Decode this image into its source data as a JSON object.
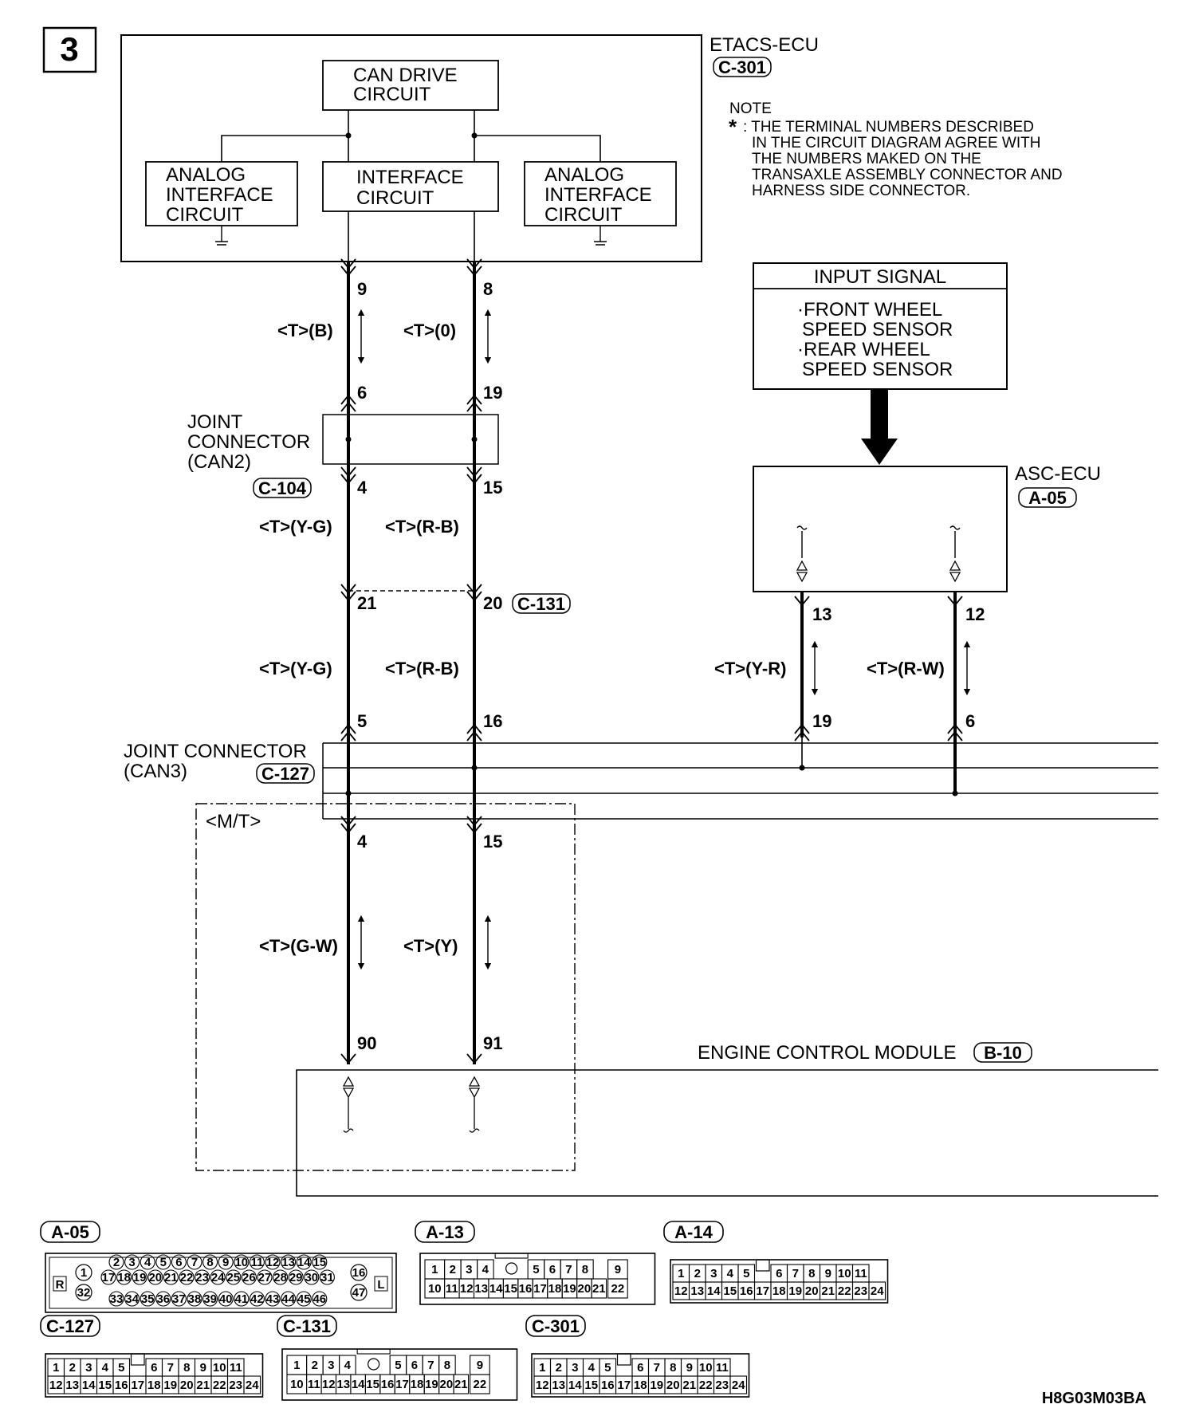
{
  "page_number": "3",
  "etacs": {
    "name": "ETACS-ECU",
    "connector": "C-301",
    "can_drive": [
      "CAN DRIVE",
      "CIRCUIT"
    ],
    "interface": [
      "INTERFACE",
      "CIRCUIT"
    ],
    "analog_left": [
      "ANALOG",
      "INTERFACE",
      "CIRCUIT"
    ],
    "analog_right": [
      "ANALOG",
      "INTERFACE",
      "CIRCUIT"
    ],
    "pin_left": "9",
    "pin_right": "8"
  },
  "note": {
    "title": "NOTE",
    "star": "*",
    "lines": [
      ": THE TERMINAL NUMBERS DESCRIBED",
      "IN THE CIRCUIT DIAGRAM AGREE WITH",
      "THE NUMBERS MAKED ON THE",
      "TRANSAXLE ASSEMBLY CONNECTOR AND",
      "HARNESS SIDE CONNECTOR."
    ]
  },
  "input_signal": {
    "title": "INPUT SIGNAL",
    "lines": [
      "·FRONT WHEEL",
      "SPEED SENSOR",
      "·REAR WHEEL",
      "SPEED SENSOR"
    ]
  },
  "asc": {
    "name": "ASC-ECU",
    "connector": "A-05",
    "pin_left": "13",
    "pin_right": "12",
    "wire_left": "<T>(Y-R)",
    "wire_right": "<T>(R-W)",
    "bottom_pin_left": "19",
    "bottom_pin_right": "6"
  },
  "wires": {
    "seg1_left": "<T>(B)",
    "seg1_right": "<T>(0)",
    "seg2_left": "<T>(Y-G)",
    "seg2_right": "<T>(R-B)",
    "seg3_left": "<T>(Y-G)",
    "seg3_right": "<T>(R-B)",
    "seg4_left": "<T>(G-W)",
    "seg4_right": "<T>(Y)"
  },
  "joint_can2": {
    "label": [
      "JOINT",
      "CONNECTOR",
      "(CAN2)"
    ],
    "connector": "C-104",
    "pin_top_left": "6",
    "pin_top_right": "19",
    "pin_bot_left": "4",
    "pin_bot_right": "15"
  },
  "c131": {
    "connector": "C-131",
    "pin_left": "21",
    "pin_right": "20"
  },
  "joint_can3": {
    "label": [
      "JOINT CONNECTOR",
      "(CAN3)"
    ],
    "connector": "C-127",
    "pin_top_left": "5",
    "pin_top_right": "16",
    "pin_bot_left": "4",
    "pin_bot_right": "15"
  },
  "mt_label": "<M/T>",
  "ecm": {
    "name": "ENGINE CONTROL MODULE",
    "connector": "B-10",
    "pin_left": "90",
    "pin_right": "91"
  },
  "connectors": {
    "a05": {
      "label": "A-05",
      "r": "R",
      "l": "L",
      "c1": "1",
      "c32": "32",
      "c16": "16",
      "c47": "47",
      "row1": [
        "2",
        "3",
        "4",
        "5",
        "6",
        "7",
        "8",
        "9",
        "10",
        "11",
        "12",
        "13",
        "14",
        "15"
      ],
      "row2": [
        "17",
        "18",
        "19",
        "20",
        "21",
        "22",
        "23",
        "24",
        "25",
        "26",
        "27",
        "28",
        "29",
        "30",
        "31"
      ],
      "row3": [
        "33",
        "34",
        "35",
        "36",
        "37",
        "38",
        "39",
        "40",
        "41",
        "42",
        "43",
        "44",
        "45",
        "46"
      ]
    },
    "a13": {
      "label": "A-13",
      "top": [
        "1",
        "2",
        "3",
        "4",
        "",
        "5",
        "6",
        "7",
        "8",
        "9"
      ],
      "bottom": [
        "10",
        "11",
        "12",
        "13",
        "14",
        "15",
        "16",
        "17",
        "18",
        "19",
        "20",
        "21",
        "22"
      ]
    },
    "a14": {
      "label": "A-14",
      "top": [
        "1",
        "2",
        "3",
        "4",
        "5",
        "",
        "6",
        "7",
        "8",
        "9",
        "10",
        "11"
      ],
      "bottom": [
        "12",
        "13",
        "14",
        "15",
        "16",
        "17",
        "18",
        "19",
        "20",
        "21",
        "22",
        "23",
        "24"
      ]
    },
    "c127": {
      "label": "C-127",
      "top": [
        "1",
        "2",
        "3",
        "4",
        "5",
        "",
        "6",
        "7",
        "8",
        "9",
        "10",
        "11"
      ],
      "bottom": [
        "12",
        "13",
        "14",
        "15",
        "16",
        "17",
        "18",
        "19",
        "20",
        "21",
        "22",
        "23",
        "24"
      ]
    },
    "c131": {
      "label": "C-131",
      "top": [
        "1",
        "2",
        "3",
        "4",
        "",
        "5",
        "6",
        "7",
        "8",
        "9"
      ],
      "bottom": [
        "10",
        "11",
        "12",
        "13",
        "14",
        "15",
        "16",
        "17",
        "18",
        "19",
        "20",
        "21",
        "22"
      ]
    },
    "c301": {
      "label": "C-301",
      "top": [
        "1",
        "2",
        "3",
        "4",
        "5",
        "",
        "6",
        "7",
        "8",
        "9",
        "10",
        "11"
      ],
      "bottom": [
        "12",
        "13",
        "14",
        "15",
        "16",
        "17",
        "18",
        "19",
        "20",
        "21",
        "22",
        "23",
        "24"
      ]
    }
  },
  "footer_code": "H8G03M03BA"
}
